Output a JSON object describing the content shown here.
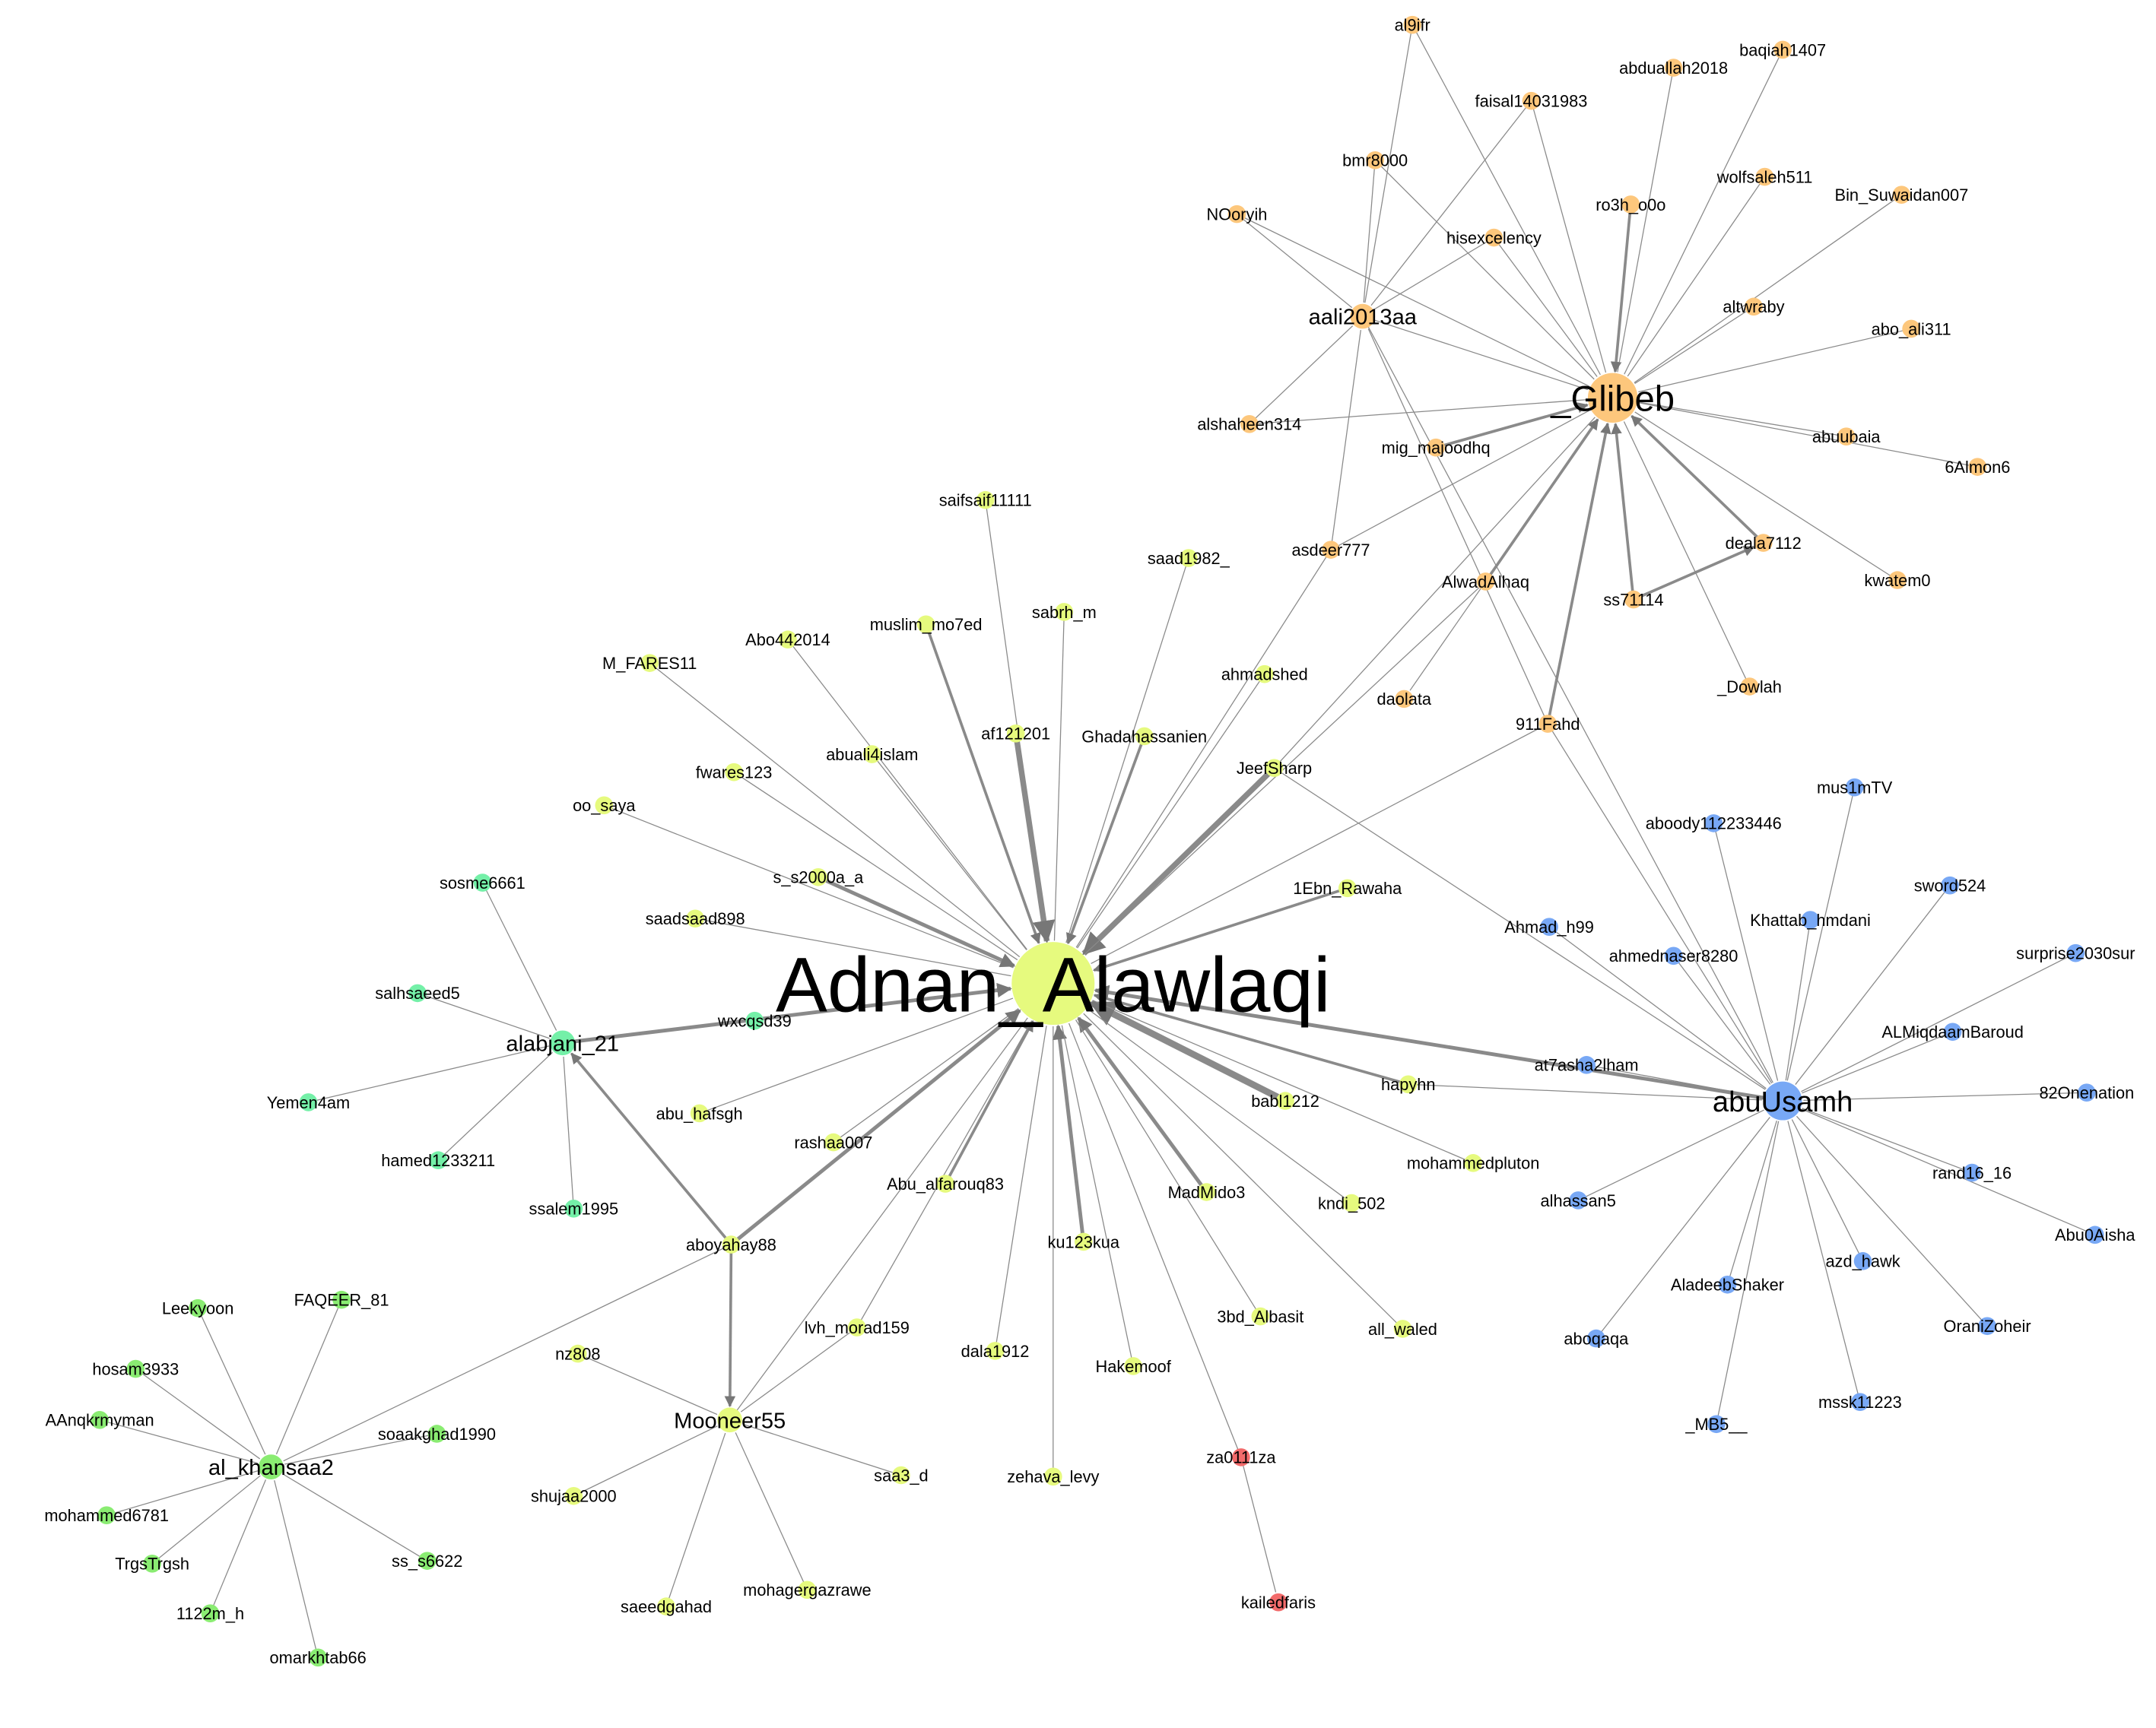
{
  "graph": {
    "group_colors": {
      "center": "#e6fa7e",
      "orange": "#fdc77c",
      "blue": "#78a8f5",
      "teal": "#74f0a8",
      "green": "#8aec72",
      "red": "#f26b6b"
    },
    "nodes": [
      {
        "name": "Adnan_Alawlaqi",
        "group": "center",
        "size": "hub-xl"
      },
      {
        "name": "_Glibeb",
        "group": "orange",
        "size": "hub-l"
      },
      {
        "name": "al9ifr",
        "group": "orange"
      },
      {
        "name": "abduallah2018",
        "group": "orange"
      },
      {
        "name": "baqiah1407",
        "group": "orange"
      },
      {
        "name": "faisal14031983",
        "group": "orange"
      },
      {
        "name": "bmr8000",
        "group": "orange"
      },
      {
        "name": "NOoryih",
        "group": "orange"
      },
      {
        "name": "ro3h_o0o",
        "group": "orange"
      },
      {
        "name": "wolfsaleh511",
        "group": "orange"
      },
      {
        "name": "Bin_Suwaidan007",
        "group": "orange"
      },
      {
        "name": "hisexcelency",
        "group": "orange"
      },
      {
        "name": "aali2013aa",
        "group": "orange",
        "size": "hub-s"
      },
      {
        "name": "altwraby",
        "group": "orange"
      },
      {
        "name": "abo_ali311",
        "group": "orange"
      },
      {
        "name": "alshaheen314",
        "group": "orange"
      },
      {
        "name": "mig_majoodhq",
        "group": "orange"
      },
      {
        "name": "abuubaia",
        "group": "orange"
      },
      {
        "name": "6Almon6",
        "group": "orange"
      },
      {
        "name": "asdeer777",
        "group": "orange"
      },
      {
        "name": "AlwadAlhaq",
        "group": "orange"
      },
      {
        "name": "deala7112",
        "group": "orange"
      },
      {
        "name": "ss71114",
        "group": "orange"
      },
      {
        "name": "kwatem0",
        "group": "orange"
      },
      {
        "name": "daolata",
        "group": "orange"
      },
      {
        "name": "_Dowlah",
        "group": "orange"
      },
      {
        "name": "911Fahd",
        "group": "orange"
      },
      {
        "name": "abuUsamh",
        "group": "blue",
        "size": "hub-m"
      },
      {
        "name": "mus1mTV",
        "group": "blue"
      },
      {
        "name": "aboody112233446",
        "group": "blue"
      },
      {
        "name": "sword524",
        "group": "blue"
      },
      {
        "name": "Khattab_hmdani",
        "group": "blue"
      },
      {
        "name": "Ahmad_h99",
        "group": "blue"
      },
      {
        "name": "ahmednaser8280",
        "group": "blue"
      },
      {
        "name": "surprise2030sur",
        "group": "blue"
      },
      {
        "name": "ALMiqdaamBaroud",
        "group": "blue"
      },
      {
        "name": "at7asha2lham",
        "group": "blue"
      },
      {
        "name": "82Onenation",
        "group": "blue"
      },
      {
        "name": "rand16_16",
        "group": "blue"
      },
      {
        "name": "alhassan5",
        "group": "blue"
      },
      {
        "name": "Abu0Aisha",
        "group": "blue"
      },
      {
        "name": "azd_hawk",
        "group": "blue"
      },
      {
        "name": "AladeebShaker",
        "group": "blue"
      },
      {
        "name": "OraniZoheir",
        "group": "blue"
      },
      {
        "name": "aboqaqa",
        "group": "blue"
      },
      {
        "name": "mssk11223",
        "group": "blue"
      },
      {
        "name": "_MB5__",
        "group": "blue"
      },
      {
        "name": "saifsaif11111",
        "group": "center"
      },
      {
        "name": "saad1982_",
        "group": "center"
      },
      {
        "name": "sabrh_m",
        "group": "center"
      },
      {
        "name": "muslim_mo7ed",
        "group": "center"
      },
      {
        "name": "Abo442014",
        "group": "center"
      },
      {
        "name": "M_FARES11",
        "group": "center"
      },
      {
        "name": "ahmadshed",
        "group": "center"
      },
      {
        "name": "af121201",
        "group": "center"
      },
      {
        "name": "abuali4islam",
        "group": "center"
      },
      {
        "name": "Ghadahassanien",
        "group": "center"
      },
      {
        "name": "JeefSharp",
        "group": "center"
      },
      {
        "name": "fwares123",
        "group": "center"
      },
      {
        "name": "oo_saya",
        "group": "center"
      },
      {
        "name": "s_s2000a_a",
        "group": "center"
      },
      {
        "name": "1Ebn_Rawaha",
        "group": "center"
      },
      {
        "name": "saadsaad898",
        "group": "center"
      },
      {
        "name": "wxcqsd39",
        "group": "teal"
      },
      {
        "name": "abu_hafsgh",
        "group": "center"
      },
      {
        "name": "hapyhn",
        "group": "center"
      },
      {
        "name": "babl1212",
        "group": "center"
      },
      {
        "name": "rashaa007",
        "group": "center"
      },
      {
        "name": "mohammedpluton",
        "group": "center"
      },
      {
        "name": "MadMido3",
        "group": "center"
      },
      {
        "name": "kndi_502",
        "group": "center"
      },
      {
        "name": "Abu_alfarouq83",
        "group": "center"
      },
      {
        "name": "aboyahay88",
        "group": "center"
      },
      {
        "name": "ku123kua",
        "group": "center"
      },
      {
        "name": "3bd_Albasit",
        "group": "center"
      },
      {
        "name": "all_waled",
        "group": "center"
      },
      {
        "name": "lvh_morad159",
        "group": "center"
      },
      {
        "name": "dala1912",
        "group": "center"
      },
      {
        "name": "Hakemoof",
        "group": "center"
      },
      {
        "name": "nz808",
        "group": "center"
      },
      {
        "name": "Mooneer55",
        "group": "center",
        "size": "hub-s"
      },
      {
        "name": "shujaa2000",
        "group": "center"
      },
      {
        "name": "saa3_d",
        "group": "center"
      },
      {
        "name": "zehava_levy",
        "group": "center"
      },
      {
        "name": "mohagergazrawe",
        "group": "center"
      },
      {
        "name": "saeedgahad",
        "group": "center"
      },
      {
        "name": "za0111za",
        "group": "red"
      },
      {
        "name": "kailedfaris",
        "group": "red"
      },
      {
        "name": "sosme6661",
        "group": "teal"
      },
      {
        "name": "salhsaeed5",
        "group": "teal"
      },
      {
        "name": "alabjani_21",
        "group": "teal",
        "size": "hub-s"
      },
      {
        "name": "Yemen4am",
        "group": "teal"
      },
      {
        "name": "hamed1233211",
        "group": "teal"
      },
      {
        "name": "ssalem1995",
        "group": "teal"
      },
      {
        "name": "Leekyoon",
        "group": "green"
      },
      {
        "name": "FAQEER_81",
        "group": "green"
      },
      {
        "name": "hosam3933",
        "group": "green"
      },
      {
        "name": "AAnqkrmyman",
        "group": "green"
      },
      {
        "name": "soaakghad1990",
        "group": "green"
      },
      {
        "name": "al_khansaa2",
        "group": "green",
        "size": "hub-s"
      },
      {
        "name": "mohammed6781",
        "group": "green"
      },
      {
        "name": "TrgsTrgsh",
        "group": "green"
      },
      {
        "name": "ss_s6622",
        "group": "green"
      },
      {
        "name": "1122m_h",
        "group": "green"
      },
      {
        "name": "omarkhtab66",
        "group": "green"
      }
    ],
    "edges": [
      [
        "al9ifr",
        "_Glibeb",
        1
      ],
      [
        "abduallah2018",
        "_Glibeb",
        1
      ],
      [
        "baqiah1407",
        "_Glibeb",
        1
      ],
      [
        "faisal14031983",
        "_Glibeb",
        1
      ],
      [
        "bmr8000",
        "_Glibeb",
        1
      ],
      [
        "NOoryih",
        "_Glibeb",
        1
      ],
      [
        "ro3h_o0o",
        "_Glibeb",
        2
      ],
      [
        "wolfsaleh511",
        "_Glibeb",
        1
      ],
      [
        "Bin_Suwaidan007",
        "_Glibeb",
        1
      ],
      [
        "hisexcelency",
        "_Glibeb",
        1
      ],
      [
        "aali2013aa",
        "_Glibeb",
        1
      ],
      [
        "altwraby",
        "_Glibeb",
        1
      ],
      [
        "abo_ali311",
        "_Glibeb",
        1
      ],
      [
        "alshaheen314",
        "_Glibeb",
        1
      ],
      [
        "mig_majoodhq",
        "_Glibeb",
        2
      ],
      [
        "abuubaia",
        "_Glibeb",
        1
      ],
      [
        "6Almon6",
        "_Glibeb",
        1
      ],
      [
        "asdeer777",
        "_Glibeb",
        1
      ],
      [
        "AlwadAlhaq",
        "_Glibeb",
        2
      ],
      [
        "deala7112",
        "_Glibeb",
        2
      ],
      [
        "ss71114",
        "_Glibeb",
        2
      ],
      [
        "kwatem0",
        "_Glibeb",
        1
      ],
      [
        "_Dowlah",
        "_Glibeb",
        1
      ],
      [
        "911Fahd",
        "_Glibeb",
        2
      ],
      [
        "JeefSharp",
        "_Glibeb",
        1
      ],
      [
        "ss71114",
        "deala7112",
        2
      ],
      [
        "al9ifr",
        "aali2013aa",
        1
      ],
      [
        "bmr8000",
        "aali2013aa",
        1
      ],
      [
        "NOoryih",
        "aali2013aa",
        1
      ],
      [
        "faisal14031983",
        "aali2013aa",
        1
      ],
      [
        "hisexcelency",
        "aali2013aa",
        1
      ],
      [
        "alshaheen314",
        "aali2013aa",
        1
      ],
      [
        "asdeer777",
        "aali2013aa",
        1
      ],
      [
        "911Fahd",
        "aali2013aa",
        1
      ],
      [
        "AlwadAlhaq",
        "daolata",
        1
      ],
      [
        "aali2013aa",
        "abuUsamh",
        1
      ],
      [
        "saifsaif11111",
        "Adnan_Alawlaqi",
        1
      ],
      [
        "saad1982_",
        "Adnan_Alawlaqi",
        1
      ],
      [
        "sabrh_m",
        "Adnan_Alawlaqi",
        1
      ],
      [
        "muslim_mo7ed",
        "Adnan_Alawlaqi",
        2
      ],
      [
        "Abo442014",
        "Adnan_Alawlaqi",
        1
      ],
      [
        "M_FARES11",
        "Adnan_Alawlaqi",
        1
      ],
      [
        "ahmadshed",
        "Adnan_Alawlaqi",
        1
      ],
      [
        "af121201",
        "Adnan_Alawlaqi",
        5
      ],
      [
        "abuali4islam",
        "Adnan_Alawlaqi",
        1
      ],
      [
        "Ghadahassanien",
        "Adnan_Alawlaqi",
        2
      ],
      [
        "JeefSharp",
        "Adnan_Alawlaqi",
        5
      ],
      [
        "fwares123",
        "Adnan_Alawlaqi",
        1
      ],
      [
        "oo_saya",
        "Adnan_Alawlaqi",
        1
      ],
      [
        "s_s2000a_a",
        "Adnan_Alawlaqi",
        3
      ],
      [
        "1Ebn_Rawaha",
        "Adnan_Alawlaqi",
        2
      ],
      [
        "saadsaad898",
        "Adnan_Alawlaqi",
        1
      ],
      [
        "alabjani_21",
        "Adnan_Alawlaqi",
        3
      ],
      [
        "abu_hafsgh",
        "Adnan_Alawlaqi",
        1
      ],
      [
        "hapyhn",
        "Adnan_Alawlaqi",
        2
      ],
      [
        "babl1212",
        "Adnan_Alawlaqi",
        6
      ],
      [
        "rashaa007",
        "Adnan_Alawlaqi",
        1
      ],
      [
        "mohammedpluton",
        "Adnan_Alawlaqi",
        1
      ],
      [
        "MadMido3",
        "Adnan_Alawlaqi",
        3
      ],
      [
        "kndi_502",
        "Adnan_Alawlaqi",
        1
      ],
      [
        "Abu_alfarouq83",
        "Adnan_Alawlaqi",
        2
      ],
      [
        "aboyahay88",
        "Adnan_Alawlaqi",
        3
      ],
      [
        "ku123kua",
        "Adnan_Alawlaqi",
        3
      ],
      [
        "3bd_Albasit",
        "Adnan_Alawlaqi",
        1
      ],
      [
        "all_waled",
        "Adnan_Alawlaqi",
        1
      ],
      [
        "lvh_morad159",
        "Adnan_Alawlaqi",
        1
      ],
      [
        "dala1912",
        "Adnan_Alawlaqi",
        1
      ],
      [
        "Hakemoof",
        "Adnan_Alawlaqi",
        1
      ],
      [
        "Mooneer55",
        "Adnan_Alawlaqi",
        1
      ],
      [
        "zehava_levy",
        "Adnan_Alawlaqi",
        1
      ],
      [
        "za0111za",
        "Adnan_Alawlaqi",
        1
      ],
      [
        "asdeer777",
        "Adnan_Alawlaqi",
        1
      ],
      [
        "AlwadAlhaq",
        "Adnan_Alawlaqi",
        1
      ],
      [
        "911Fahd",
        "Adnan_Alawlaqi",
        1
      ],
      [
        "abuUsamh",
        "Adnan_Alawlaqi",
        3
      ],
      [
        "za0111za",
        "kailedfaris",
        1
      ],
      [
        "aboyahay88",
        "alabjani_21",
        2
      ],
      [
        "aboyahay88",
        "Mooneer55",
        2
      ],
      [
        "aboyahay88",
        "al_khansaa2",
        1
      ],
      [
        "nz808",
        "Mooneer55",
        1
      ],
      [
        "shujaa2000",
        "Mooneer55",
        1
      ],
      [
        "saa3_d",
        "Mooneer55",
        1
      ],
      [
        "saeedgahad",
        "Mooneer55",
        1
      ],
      [
        "mohagergazrawe",
        "Mooneer55",
        1
      ],
      [
        "lvh_morad159",
        "Mooneer55",
        1
      ],
      [
        "sosme6661",
        "alabjani_21",
        1
      ],
      [
        "salhsaeed5",
        "alabjani_21",
        1
      ],
      [
        "Yemen4am",
        "alabjani_21",
        1
      ],
      [
        "hamed1233211",
        "alabjani_21",
        1
      ],
      [
        "ssalem1995",
        "alabjani_21",
        1
      ],
      [
        "Leekyoon",
        "al_khansaa2",
        1
      ],
      [
        "FAQEER_81",
        "al_khansaa2",
        1
      ],
      [
        "hosam3933",
        "al_khansaa2",
        1
      ],
      [
        "AAnqkrmyman",
        "al_khansaa2",
        1
      ],
      [
        "soaakghad1990",
        "al_khansaa2",
        1
      ],
      [
        "mohammed6781",
        "al_khansaa2",
        1
      ],
      [
        "TrgsTrgsh",
        "al_khansaa2",
        1
      ],
      [
        "ss_s6622",
        "al_khansaa2",
        1
      ],
      [
        "1122m_h",
        "al_khansaa2",
        1
      ],
      [
        "omarkhtab66",
        "al_khansaa2",
        1
      ],
      [
        "mus1mTV",
        "abuUsamh",
        1
      ],
      [
        "aboody112233446",
        "abuUsamh",
        1
      ],
      [
        "sword524",
        "abuUsamh",
        1
      ],
      [
        "Khattab_hmdani",
        "abuUsamh",
        1
      ],
      [
        "Ahmad_h99",
        "abuUsamh",
        1
      ],
      [
        "ahmednaser8280",
        "abuUsamh",
        1
      ],
      [
        "surprise2030sur",
        "abuUsamh",
        1
      ],
      [
        "ALMiqdaamBaroud",
        "abuUsamh",
        1
      ],
      [
        "at7asha2lham",
        "abuUsamh",
        1
      ],
      [
        "82Onenation",
        "abuUsamh",
        1
      ],
      [
        "rand16_16",
        "abuUsamh",
        1
      ],
      [
        "alhassan5",
        "abuUsamh",
        1
      ],
      [
        "Abu0Aisha",
        "abuUsamh",
        1
      ],
      [
        "azd_hawk",
        "abuUsamh",
        1
      ],
      [
        "AladeebShaker",
        "abuUsamh",
        1
      ],
      [
        "OraniZoheir",
        "abuUsamh",
        1
      ],
      [
        "aboqaqa",
        "abuUsamh",
        1
      ],
      [
        "mssk11223",
        "abuUsamh",
        1
      ],
      [
        "_MB5__",
        "abuUsamh",
        1
      ],
      [
        "JeefSharp",
        "abuUsamh",
        1
      ],
      [
        "911Fahd",
        "abuUsamh",
        1
      ],
      [
        "hapyhn",
        "abuUsamh",
        1
      ]
    ]
  }
}
